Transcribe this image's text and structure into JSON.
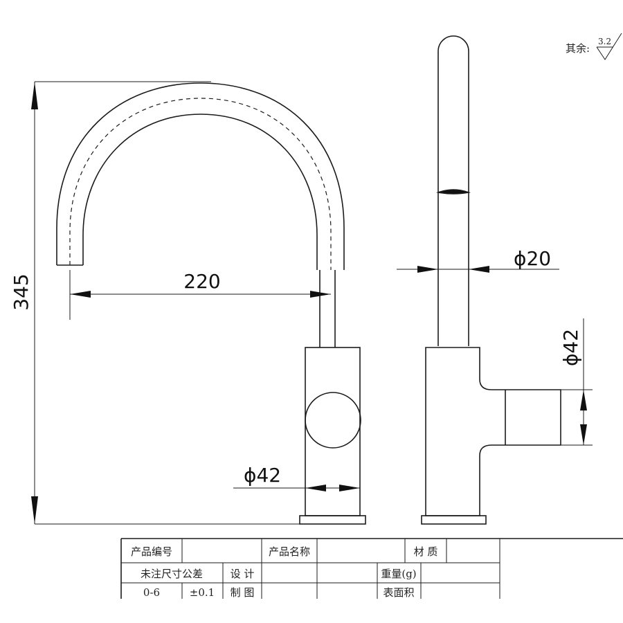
{
  "drawing": {
    "roughness_note": {
      "label": "其余:",
      "value": "3.2"
    },
    "dimensions": {
      "height": "345",
      "spout_reach": "220",
      "base_diameter_front": "ϕ42",
      "stem_diameter": "ϕ20",
      "handle_diameter_side": "ϕ42"
    }
  },
  "title_block": {
    "product_code_label": "产品编号",
    "product_code_value": "",
    "product_name_label": "产品名称",
    "product_name_value": "",
    "material_label": "材 质",
    "material_value": "",
    "tolerance_label": "未注尺寸公差",
    "design_label": "设 计",
    "weight_label": "重量(g)",
    "range_label": "0-6",
    "tolerance_value": "±0.1",
    "drafting_label": "制 图",
    "surface_area_label": "表面积"
  }
}
